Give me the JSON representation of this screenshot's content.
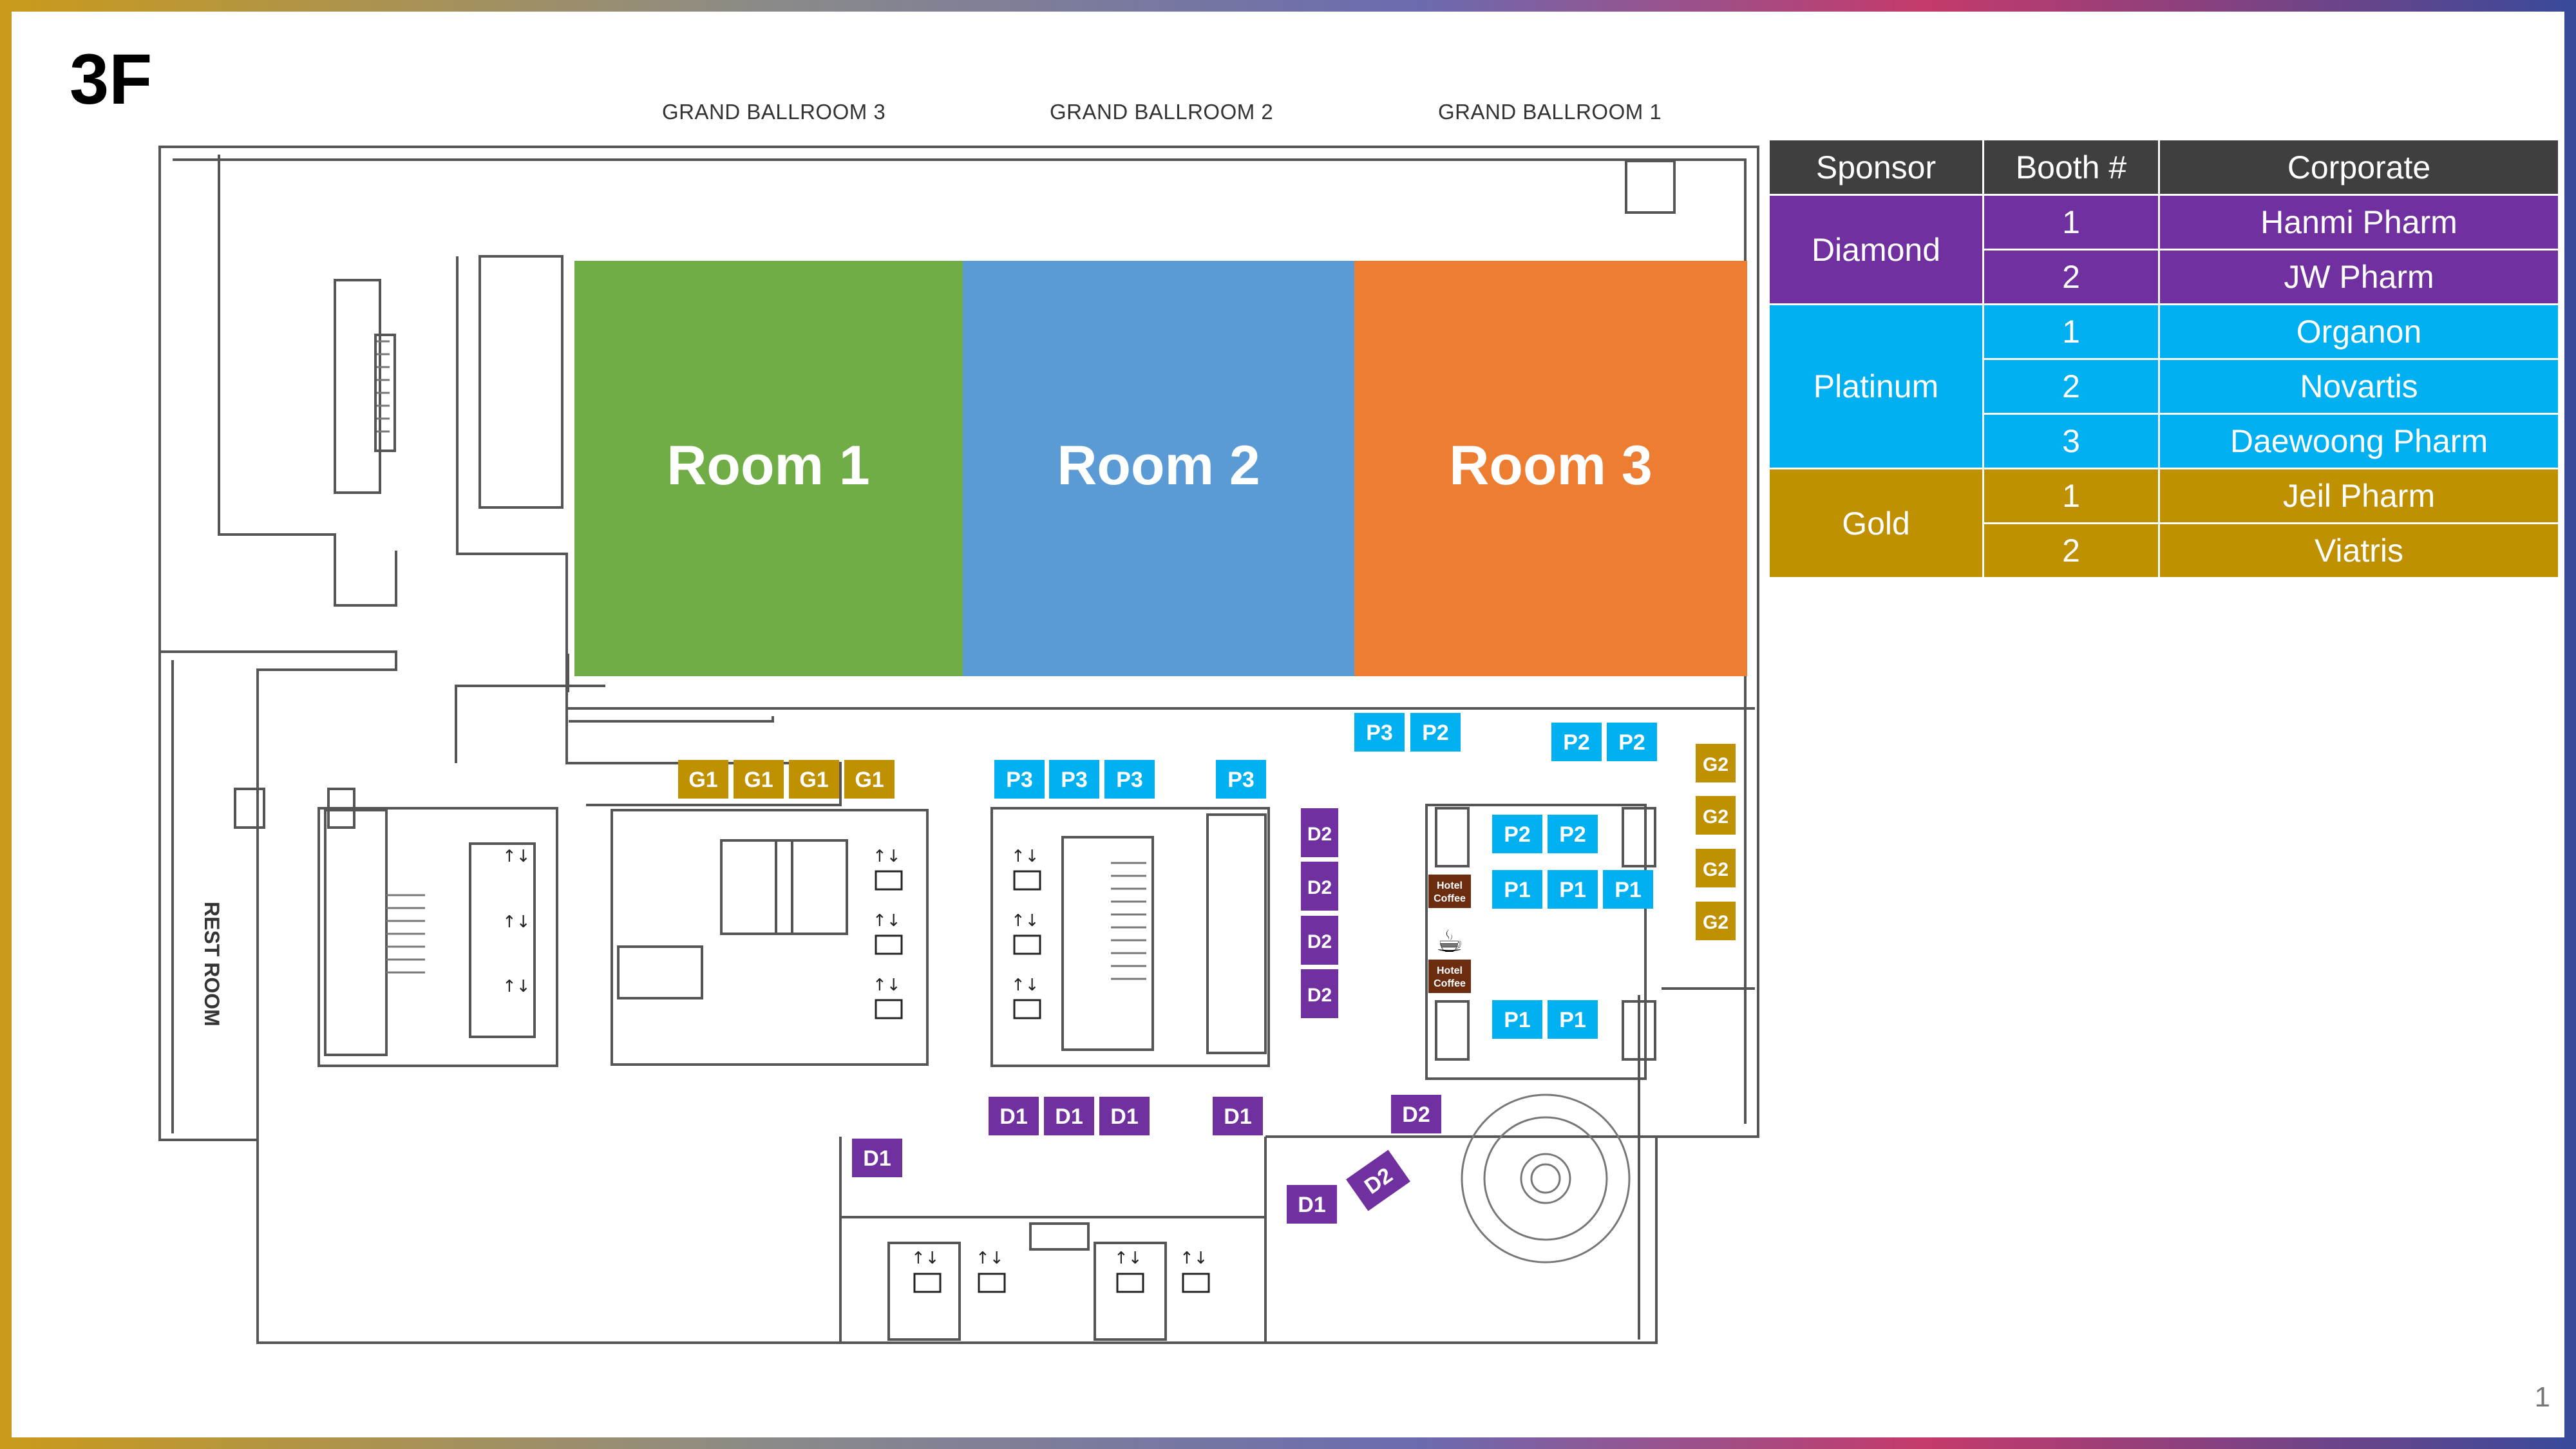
{
  "floor": "3F",
  "ballrooms": [
    "GRAND BALLROOM 3",
    "GRAND BALLROOM 2",
    "GRAND BALLROOM 1"
  ],
  "rooms": [
    {
      "label": "Room 1",
      "color": "#70ad47"
    },
    {
      "label": "Room 2",
      "color": "#5b9bd5"
    },
    {
      "label": "Room 3",
      "color": "#ed7d31"
    }
  ],
  "rest_room": "REST ROOM",
  "coffee": {
    "line1": "Hotel",
    "line2": "Coffee"
  },
  "booth_labels": {
    "P1": "P1",
    "P2": "P2",
    "P3": "P3",
    "D1": "D1",
    "D2": "D2",
    "G1": "G1",
    "G2": "G2"
  },
  "colors": {
    "diamond": "#7030a0",
    "platinum": "#00b0f0",
    "gold": "#bf9000",
    "header": "#3f3f3f"
  },
  "table": {
    "headers": [
      "Sponsor",
      "Booth #",
      "Corporate"
    ],
    "groups": [
      {
        "level": "Diamond",
        "rows": [
          {
            "booth": "1",
            "corp": "Hanmi Pharm"
          },
          {
            "booth": "2",
            "corp": "JW Pharm"
          }
        ]
      },
      {
        "level": "Platinum",
        "rows": [
          {
            "booth": "1",
            "corp": "Organon"
          },
          {
            "booth": "2",
            "corp": "Novartis"
          },
          {
            "booth": "3",
            "corp": "Daewoong Pharm"
          }
        ]
      },
      {
        "level": "Gold",
        "rows": [
          {
            "booth": "1",
            "corp": "Jeil Pharm"
          },
          {
            "booth": "2",
            "corp": "Viatris"
          }
        ]
      }
    ]
  },
  "page_number": "1"
}
